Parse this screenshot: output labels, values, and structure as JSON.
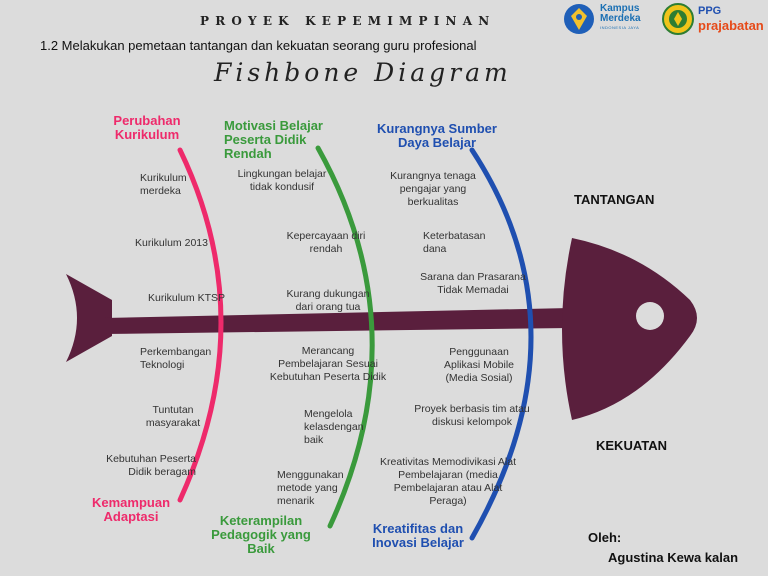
{
  "header": {
    "project_title": "PROYEK KEPEMIMPINAN",
    "subtitle": "1.2 Melakukan pemetaan tantangan dan kekuatan seorang guru profesional",
    "diagram_title": "Fishbone Diagram",
    "logo_kampus": {
      "line1": "Kampus",
      "line2": "Merdeka",
      "line3": "INDONESIA JAYA"
    },
    "logo_ppg": {
      "line1": "PPG",
      "line2": "prajabatan"
    }
  },
  "colors": {
    "fish": "#5a1f3d",
    "pink": "#ee2a6b",
    "green": "#3a9a3c",
    "blue": "#1f4fb0"
  },
  "side_labels": {
    "tantangan": "TANTANGAN",
    "kekuatan": "KEKUATAN"
  },
  "categories": {
    "perubahan": "Perubahan Kurikulum",
    "motivasi": "Motivasi Belajar Peserta Didik Rendah",
    "sumber": "Kurangnya Sumber Daya Belajar",
    "adaptasi": "Kemampuan Adaptasi",
    "pedagogik": "Keterampilan Pedagogik yang Baik",
    "kreatifitas": "Kreatifitas dan Inovasi  Belajar"
  },
  "items": {
    "perubahan": [
      "Kurikulum merdeka",
      "Kurikulum 2013",
      "Kurikulum KTSP"
    ],
    "motivasi": [
      "Lingkungan belajar tidak kondusif",
      "Kepercayaan  diri rendah",
      "Kurang dukungan dari  orang tua"
    ],
    "sumber": [
      "Kurangnya tenaga pengajar yang berkualitas",
      "Keterbatasan dana",
      "Sarana dan Prasarana Tidak Memadai"
    ],
    "adaptasi": [
      "Perkembangan Teknologi",
      "Tuntutan masyarakat",
      "Kebutuhan Peserta Didik beragam"
    ],
    "pedagogik": [
      "Merancang Pembelajaran Sesuai Kebutuhan Peserta Didik",
      "Mengelola kelasdengan baik",
      "Menggunakan metode yang menarik"
    ],
    "kreatifitas": [
      "Penggunaan Aplikasi Mobile (Media Sosial)",
      "Proyek berbasis tim atau diskusi kelompok",
      "Kreativitas Memodivikasi Alat Pembelajaran (media Pembelajaran atau Alat Peraga)"
    ]
  },
  "author": {
    "label": "Oleh:",
    "name": "Agustina Kewa kalan"
  }
}
